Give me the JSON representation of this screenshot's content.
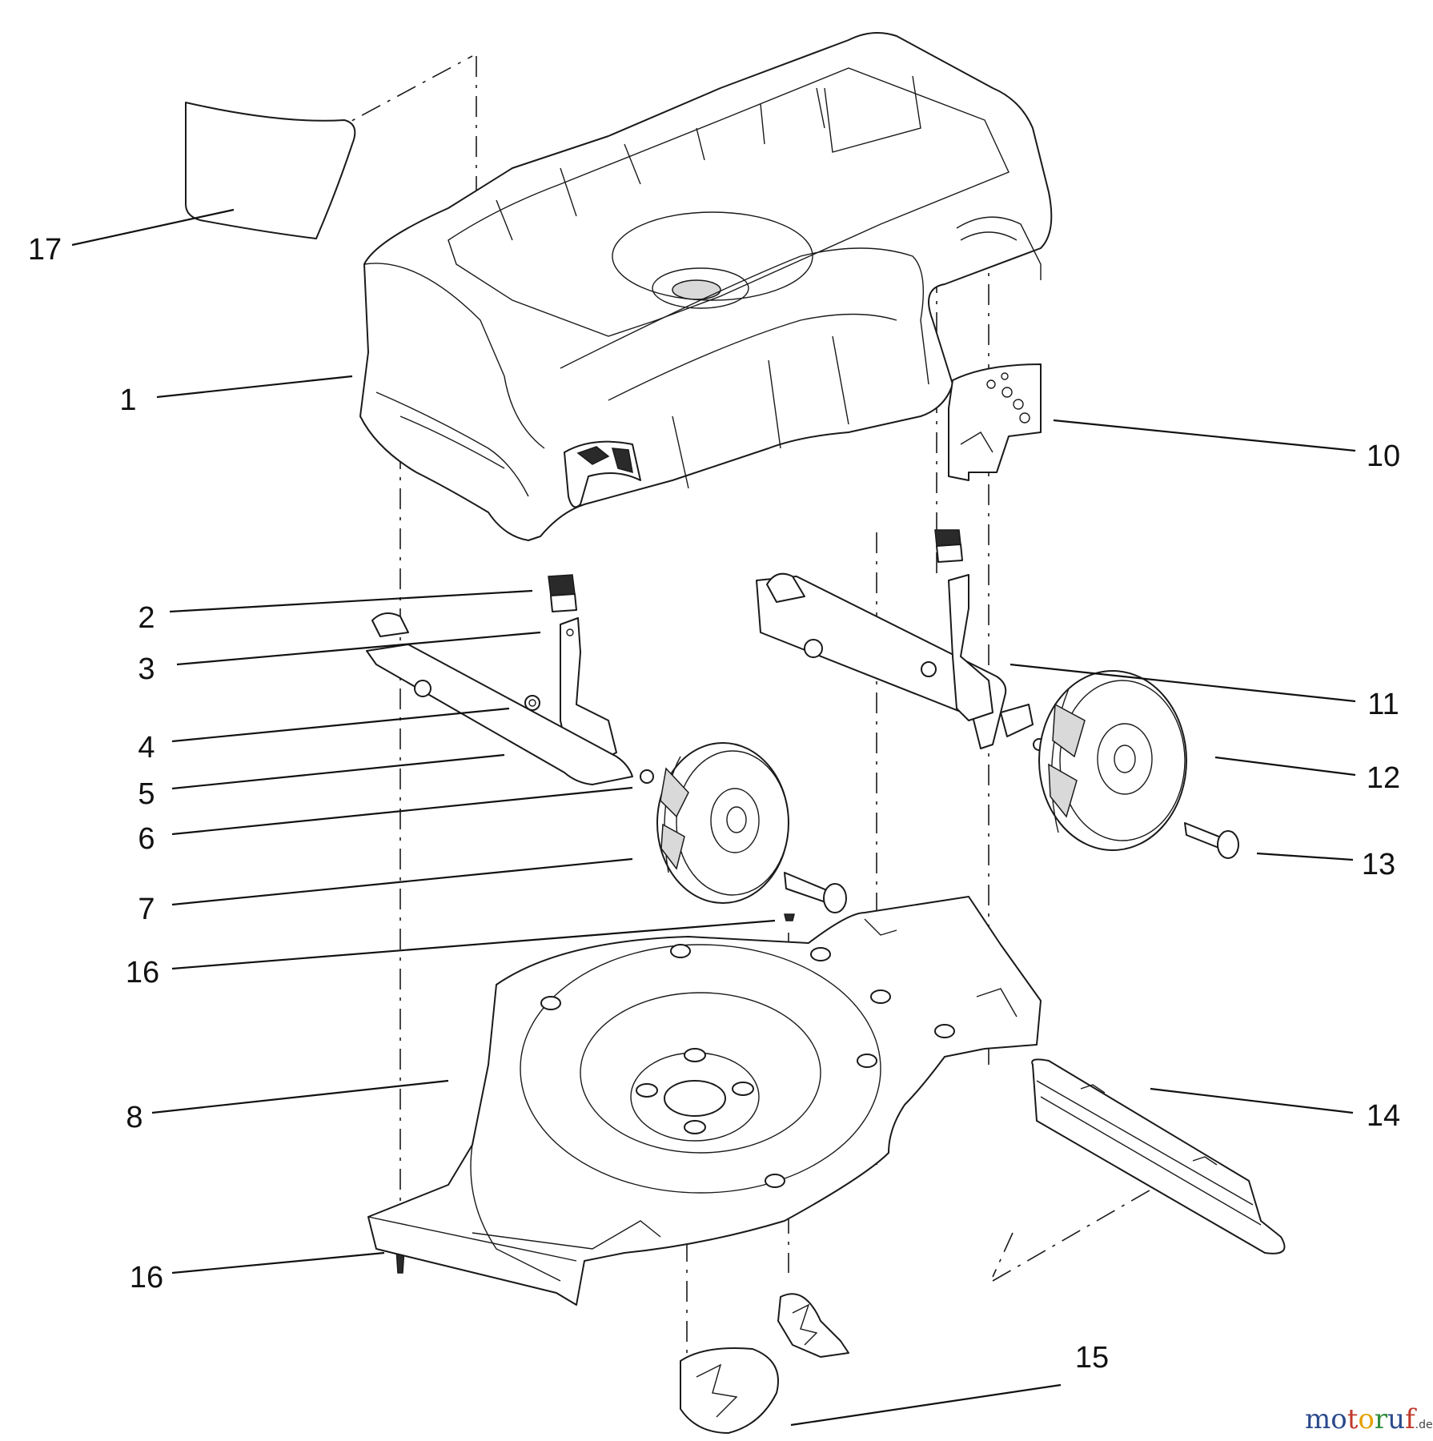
{
  "callouts": [
    "1",
    "2",
    "3",
    "4",
    "5",
    "6",
    "7",
    "8",
    "10",
    "11",
    "12",
    "13",
    "14",
    "15",
    "16",
    "16",
    "17"
  ],
  "watermark": {
    "letters": [
      "m",
      "o",
      "t",
      "o",
      "r",
      "u",
      "f"
    ],
    "suffix": ".de",
    "letter_colors": [
      "#2b4a8c",
      "#2b4a8c",
      "#c0392b",
      "#e6a100",
      "#2e8b3a",
      "#2b4a8c",
      "#c0392b"
    ]
  }
}
